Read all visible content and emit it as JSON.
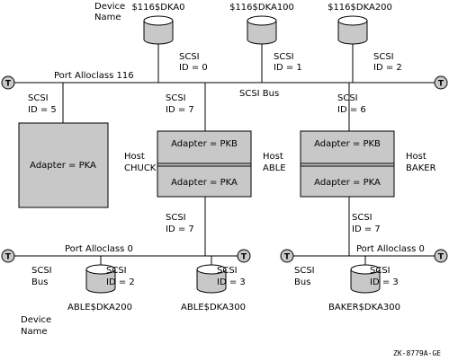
{
  "device_name_label": [
    "Device",
    "Name"
  ],
  "top_disks": [
    "$116$DKA0",
    "$116$DKA100",
    "$116$DKA200"
  ],
  "top_disk_ids": [
    [
      "SCSI",
      "ID = 0"
    ],
    [
      "SCSI",
      "ID = 1"
    ],
    [
      "SCSI",
      "ID = 2"
    ]
  ],
  "top_bus": {
    "port_alloclass": "Port Alloclass 116",
    "bus_label": "SCSI Bus"
  },
  "terminator": "T",
  "host_ids": [
    [
      "SCSI",
      "ID = 5"
    ],
    [
      "SCSI",
      "ID = 7"
    ],
    [
      "SCSI",
      "ID = 6"
    ]
  ],
  "hosts": [
    {
      "name": [
        "Host",
        "CHUCK"
      ],
      "adapters": [
        "Adapter = PKA"
      ]
    },
    {
      "name": [
        "Host",
        "ABLE"
      ],
      "adapters": [
        "Adapter = PKB",
        "Adapter = PKA"
      ]
    },
    {
      "name": [
        "Host",
        "BAKER"
      ],
      "adapters": [
        "Adapter = PKB",
        "Adapter = PKA"
      ]
    }
  ],
  "lower_host_ids": [
    [
      "SCSI",
      "ID = 7"
    ],
    [
      "SCSI",
      "ID = 7"
    ]
  ],
  "left_bus": {
    "port_alloclass": "Port Alloclass 0",
    "bus_label": [
      "SCSI",
      "Bus"
    ],
    "disk_ids": [
      [
        "SCSI",
        "ID = 2"
      ],
      [
        "SCSI",
        "ID = 3"
      ]
    ],
    "disks": [
      "ABLE$DKA200",
      "ABLE$DKA300"
    ],
    "device_name_label": [
      "Device",
      "Name"
    ]
  },
  "right_bus": {
    "port_alloclass": "Port Alloclass 0",
    "bus_label": [
      "SCSI",
      "Bus"
    ],
    "disk_ids": [
      [
        "SCSI",
        "ID = 3"
      ]
    ],
    "disks": [
      "BAKER$DKA300"
    ]
  },
  "figure_id": "ZK-8779A-GE",
  "colors": {
    "host_fill": "#c8c8c8",
    "line": "#000000",
    "background": "#ffffff"
  }
}
